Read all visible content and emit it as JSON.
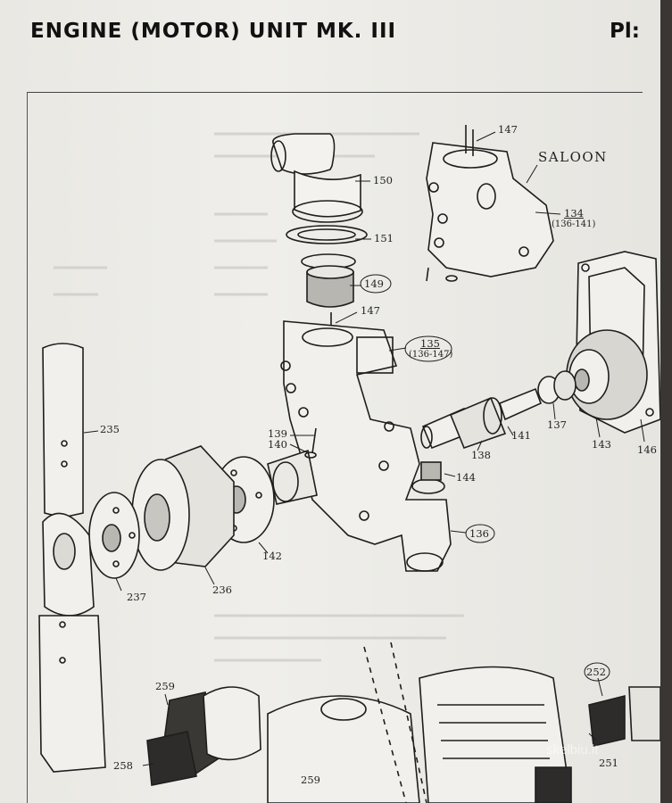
{
  "header": {
    "title": "ENGINE (MOTOR) UNIT MK. III",
    "plate": "Pl:"
  },
  "diagram": {
    "saloon_label": "SALOON",
    "callouts": {
      "c150": "150",
      "c151": "151",
      "c149": "149",
      "c147a": "147",
      "c147b": "147",
      "c135": "135",
      "c135sub": "(136-147)",
      "c134": "134",
      "c134sub": "(136-141)",
      "c235": "235",
      "c139": "139",
      "c140": "140",
      "c138": "138",
      "c141": "141",
      "c137": "137",
      "c143": "143",
      "c146": "146",
      "c144": "144",
      "c136": "136",
      "c142": "142",
      "c237": "237",
      "c236": "236",
      "c259a": "259",
      "c259b": "259",
      "c258": "258",
      "c252": "252",
      "c251": "251"
    }
  },
  "watermark": "skelbiu.lt"
}
